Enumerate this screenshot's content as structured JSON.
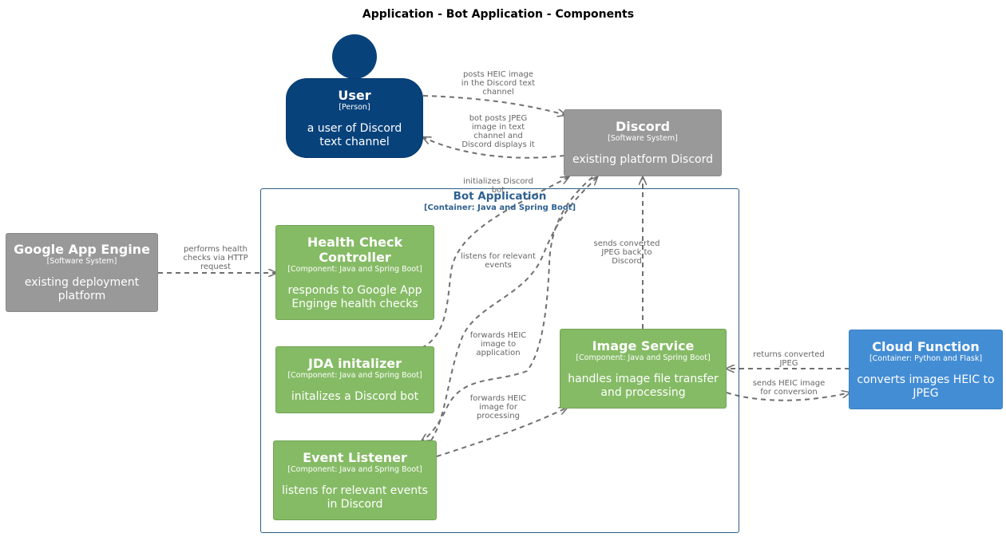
{
  "title": "Application - Bot Application - Components",
  "elements": {
    "user": {
      "name": "User",
      "type": "[Person]",
      "desc": "a user of Discord text channel"
    },
    "discord": {
      "name": "Discord",
      "type": "[Software System]",
      "desc": "existing platform Discord"
    },
    "gae": {
      "name": "Google App Engine",
      "type": "[Software System]",
      "desc": "existing deployment platform"
    },
    "health": {
      "name": "Health Check Controller",
      "type": "[Component: Java and Spring Boot]",
      "desc": "responds to Google App Enginge health checks"
    },
    "jda": {
      "name": "JDA initalizer",
      "type": "[Component: Java and Spring Boot]",
      "desc": "initalizes a Discord bot"
    },
    "listener": {
      "name": "Event Listener",
      "type": "[Component: Java and Spring Boot]",
      "desc": "listens for relevant events in Discord"
    },
    "image": {
      "name": "Image Service",
      "type": "[Component: Java and Spring Boot]",
      "desc": "handles image file transfer and processing"
    },
    "cloud": {
      "name": "Cloud Function",
      "type": "[Container: Python and Flask]",
      "desc": "converts images HEIC to JPEG"
    }
  },
  "boundary": {
    "name": "Bot Application",
    "type": "[Container: Java and Spring Boot]"
  },
  "relationships": {
    "user_discord": "posts HEIC image\nin the Discord text\nchannel",
    "discord_user": "bot posts JPEG\nimage in text\nchannel and\nDiscord displays it",
    "jda_discord": "initializes Discord\nbot",
    "listener_discord": "listens for relevant\nevents",
    "discord_listener": "forwards HEIC\nimage to\napplication",
    "image_discord": "sends converted\nJPEG back to\nDiscord",
    "listener_image": "forwards HEIC\nimage for\nprocessing",
    "gae_health": "performs health\nchecks via HTTP\nrequest",
    "cloud_image": "returns converted\nJPEG",
    "image_cloud": "sends HEIC image\nfor conversion"
  },
  "colors": {
    "person": "#08427b",
    "external": "#999999",
    "component": "#85bb65",
    "container": "#438dd5",
    "boundary": "#2e6190",
    "edge": "#707070"
  }
}
